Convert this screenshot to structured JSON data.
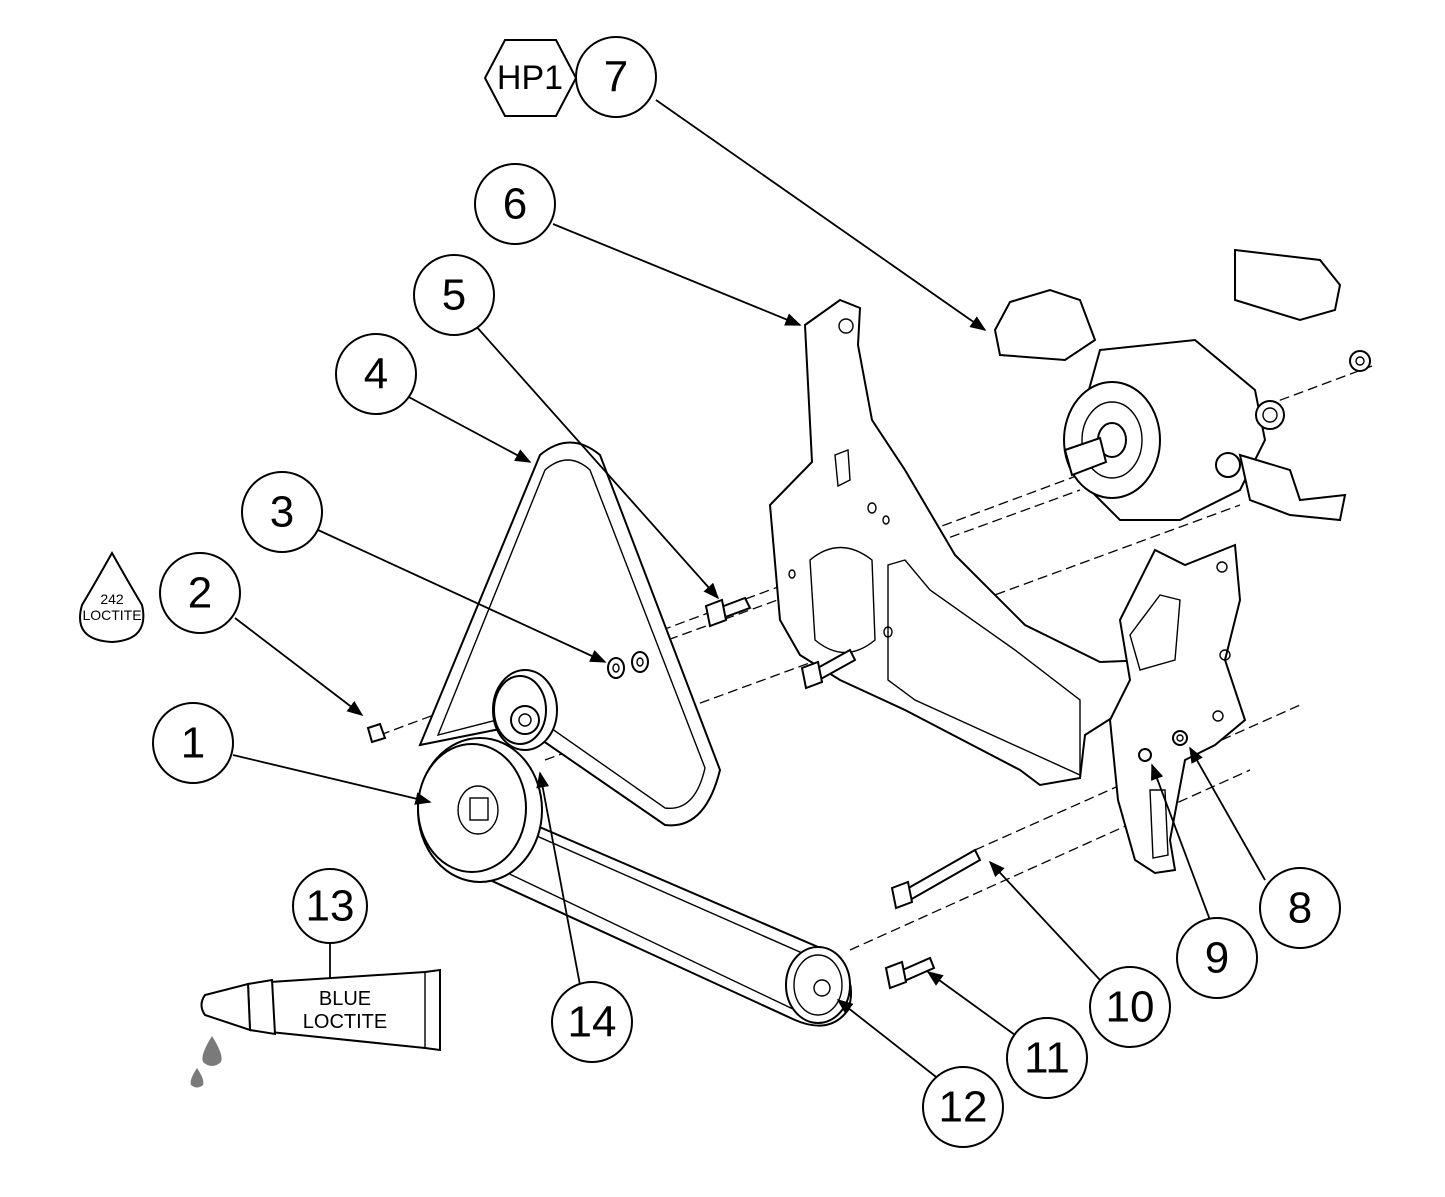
{
  "callouts": [
    {
      "num": "1"
    },
    {
      "num": "2"
    },
    {
      "num": "3"
    },
    {
      "num": "4"
    },
    {
      "num": "5"
    },
    {
      "num": "6"
    },
    {
      "num": "7"
    },
    {
      "num": "8"
    },
    {
      "num": "9"
    },
    {
      "num": "10"
    },
    {
      "num": "11"
    },
    {
      "num": "12"
    },
    {
      "num": "13"
    },
    {
      "num": "14"
    }
  ],
  "hex_tag": "HP1",
  "threadlocker_drop": {
    "line1": "242",
    "line2": "LOCTITE"
  },
  "tube": {
    "line1": "BLUE",
    "line2": "LOCTITE"
  }
}
